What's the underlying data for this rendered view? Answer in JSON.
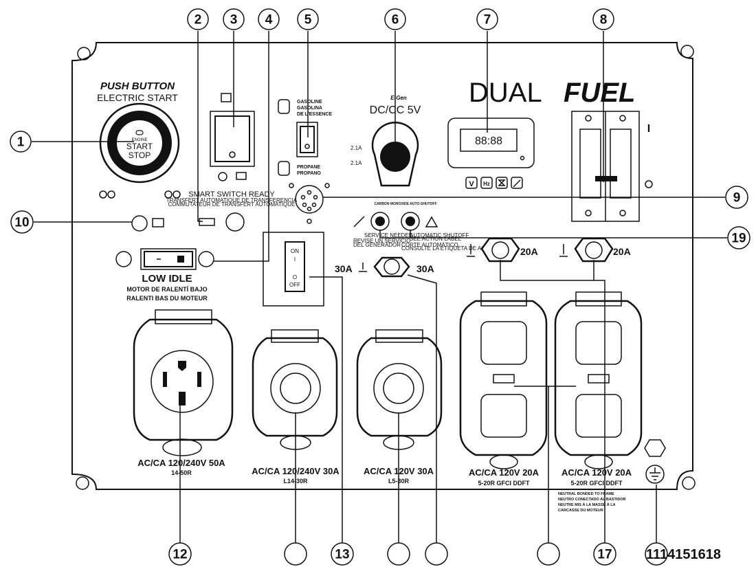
{
  "brand": {
    "dual": "DUAL",
    "fuel": "FUEL"
  },
  "start": {
    "title": "PUSH BUTTON",
    "subtitle": "ELECTRIC START",
    "engine": "ENGINE",
    "start": "START",
    "stop": "STOP"
  },
  "smart_switch": {
    "title": "SMART SWITCH READY",
    "line2": "TRANSFERT AUTOMATIQUE DE TRANSFERENCIA",
    "line3": "COMMUTATEUR DE TRANSFERT AUTOMATIQUE"
  },
  "fuel_select": {
    "gasoline": "GASOLINE",
    "gasolina": "GASOLINA",
    "essence": "DE L'ESSENCE",
    "propane": "PROPANE",
    "propano": "PROPANO"
  },
  "usb": {
    "brand": "E-Gen",
    "label": "DC/CC 5V",
    "a1": "2.1A",
    "a2": "2.1A"
  },
  "meter": {
    "display": "88:88",
    "modes": [
      "V",
      "Hz",
      "⌛",
      "🔧"
    ]
  },
  "breaker_mark": "I",
  "co": {
    "title": "CARBON MONOXIDE AUTO-SHUTOFF",
    "left1": "SERVICE NEEDED",
    "left2": "REVISE UN SERVICIO",
    "left3": "DEL GENERADOR",
    "right1": "AUTOMATIC SHUTOFF",
    "right2": "SEE ACTION LABEL",
    "right3": "CORTE AUTOMÁTICO",
    "right4": "CONSULTE LA ETIQUETA DE ACCIÓN"
  },
  "idle": {
    "title": "LOW IDLE",
    "es": "MOTOR DE RALENTÍ BAJO",
    "fr": "RALENTI BAS DU MOTEUR"
  },
  "switch30": {
    "on": "ON",
    "i": "I",
    "o": "O",
    "off": "OFF"
  },
  "breakers": {
    "b30a": "30A",
    "b30b": "30A",
    "b20a": "20A",
    "b20b": "20A"
  },
  "outlets": [
    {
      "line1": "AC/CA 120/240V 50A",
      "line2": "14-50R"
    },
    {
      "line1": "AC/CA 120/240V 30A",
      "line2": "L14-30R"
    },
    {
      "line1": "AC/CA 120V 30A",
      "line2": "L5-30R"
    },
    {
      "line1": "AC/CA 120V 20A",
      "line2": "5-20R GFCI DDFT"
    },
    {
      "line1": "AC/CA 120V 20A",
      "line2": "5-20R GFCI DDFT"
    }
  ],
  "neutral": {
    "l1": "NEUTRAL BONDED TO FRAME",
    "l2": "NEUTRO CONECTADO AL BASTIDOR",
    "l3": "NEUTRE MIS À LA MASSE À LA",
    "l4": "CARCASSE DU MOTEUR"
  },
  "callouts": {
    "top": [
      "2",
      "3",
      "4",
      "5",
      "6",
      "7",
      "8"
    ],
    "left": [
      "1",
      "10"
    ],
    "right": [
      "9",
      "19"
    ],
    "bottom": [
      "12",
      "",
      "13",
      "",
      "",
      "",
      "17"
    ],
    "bottom_text": "1114151618"
  }
}
